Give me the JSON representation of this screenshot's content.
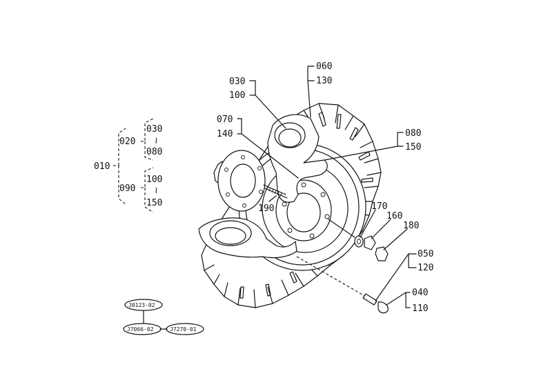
{
  "part_labels": {
    "p010": "010",
    "p020": "020",
    "p030a": "030",
    "p030b": "030",
    "p040": "040",
    "p050": "050",
    "p060": "060",
    "p070": "070",
    "p080a": "080",
    "p080b": "080",
    "p090": "090",
    "p100a": "100",
    "p100b": "100",
    "p110": "110",
    "p120": "120",
    "p130": "130",
    "p140": "140",
    "p150a": "150",
    "p150b": "150",
    "p160": "160",
    "p170": "170",
    "p180": "180",
    "p190": "190",
    "tilde1": "≀",
    "tilde2": "≀"
  },
  "reference_codes": {
    "top": "J0123-02",
    "left": "J7066-02",
    "right": "J7270-01"
  }
}
